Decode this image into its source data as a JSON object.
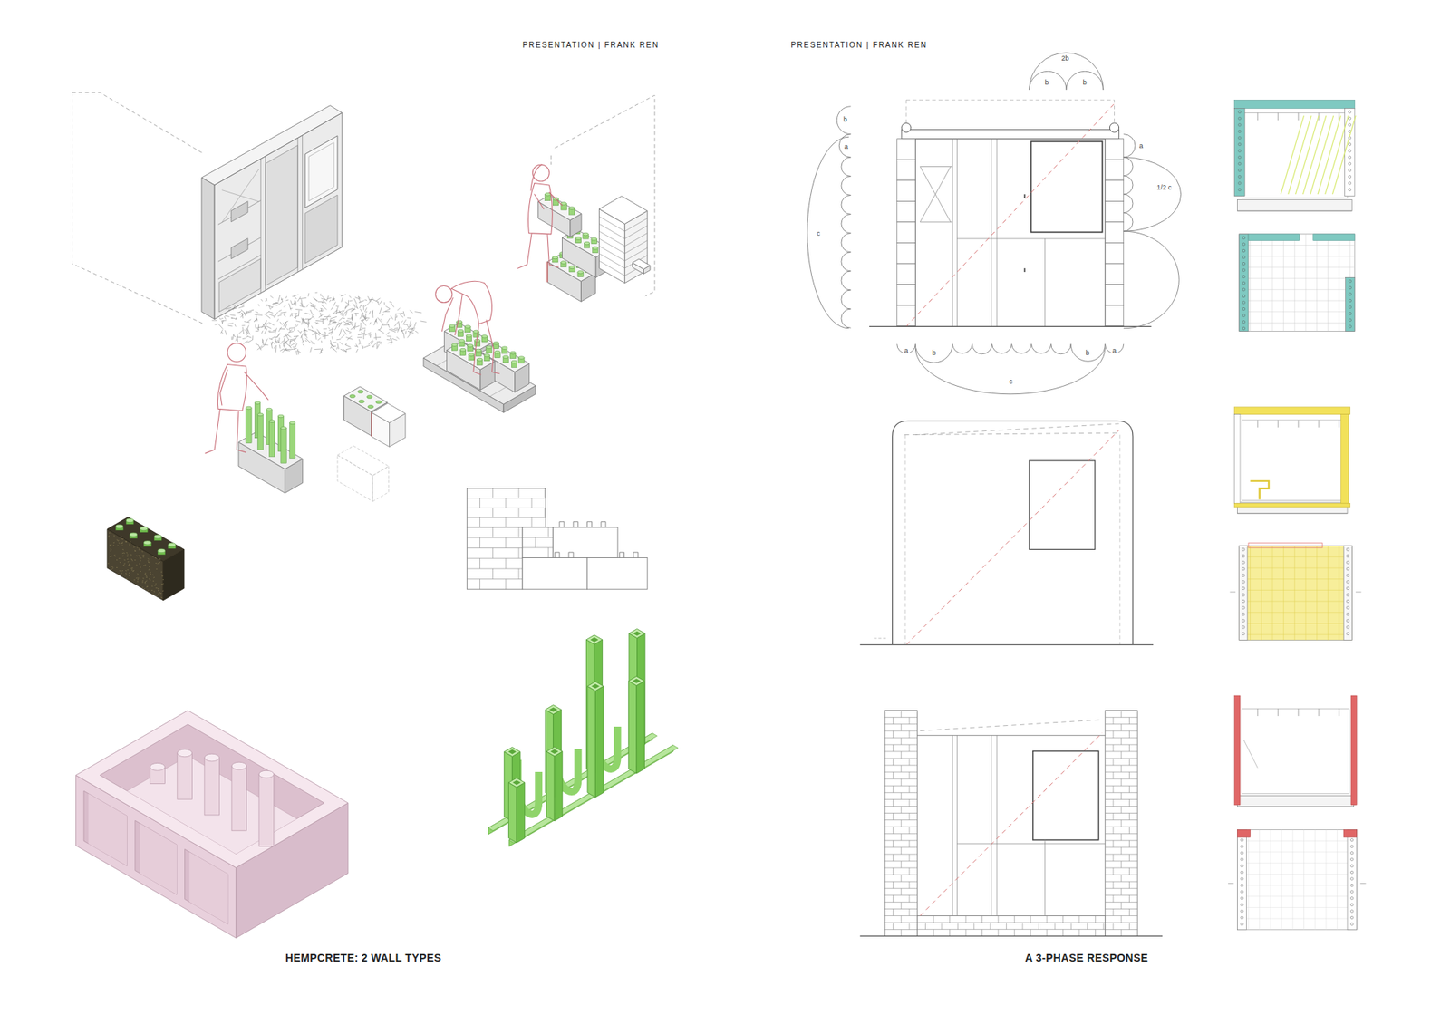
{
  "diagram": {
    "labels": [
      "PRESENTATION | FRANK REN",
      "PRESENTATION | FRANK REN",
      "2b",
      "b",
      "b",
      "b",
      "a",
      "c",
      "a",
      "1/2 c",
      "a",
      "b",
      "c",
      "b",
      "a",
      "HEMPCRETE: 2 WALL TYPES",
      "A 3-PHASE RESPONSE"
    ]
  }
}
